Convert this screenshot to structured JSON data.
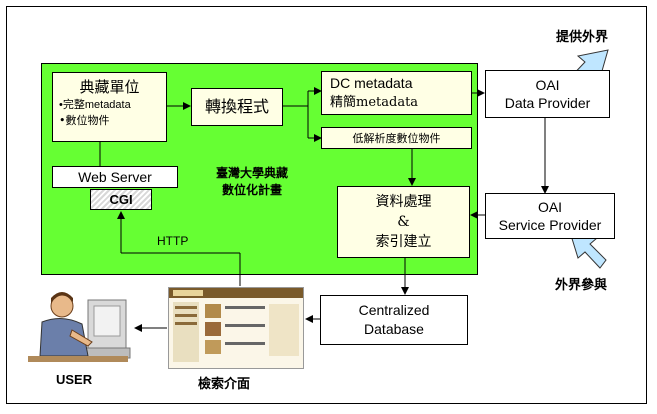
{
  "colors": {
    "project_area": "#66ff33",
    "box_fill": "#ffffe5",
    "arrow_fill": "#bfe6ff"
  },
  "collection_unit": {
    "title": "典藏單位",
    "item1": "•完整metadata",
    "item2": "•數位物件"
  },
  "converter": "轉換程式",
  "dc_metadata": {
    "line1": "DC metadata",
    "line2": "精簡metadata"
  },
  "low_res": "低解析度數位物件",
  "web_server": "Web Server",
  "cgi": "CGI",
  "project_name": {
    "line1": "臺灣大學典藏",
    "line2": "數位化計畫"
  },
  "data_processing": {
    "line1": "資料處理",
    "line2": "&",
    "line3": "索引建立"
  },
  "http": "HTTP",
  "oai_data_provider": {
    "line1": "OAI",
    "line2": "Data Provider"
  },
  "oai_service_provider": {
    "line1": "OAI",
    "line2": "Service Provider"
  },
  "provide_external": "提供外界",
  "external_participation": "外界參與",
  "centralized_db": {
    "line1": "Centralized",
    "line2": "Database"
  },
  "user": "USER",
  "search_interface": "檢索介面",
  "icons": [
    "user-computer-icon",
    "search-webpage-thumbnail",
    "outbound-arrow-icon",
    "inbound-arrow-icon"
  ]
}
